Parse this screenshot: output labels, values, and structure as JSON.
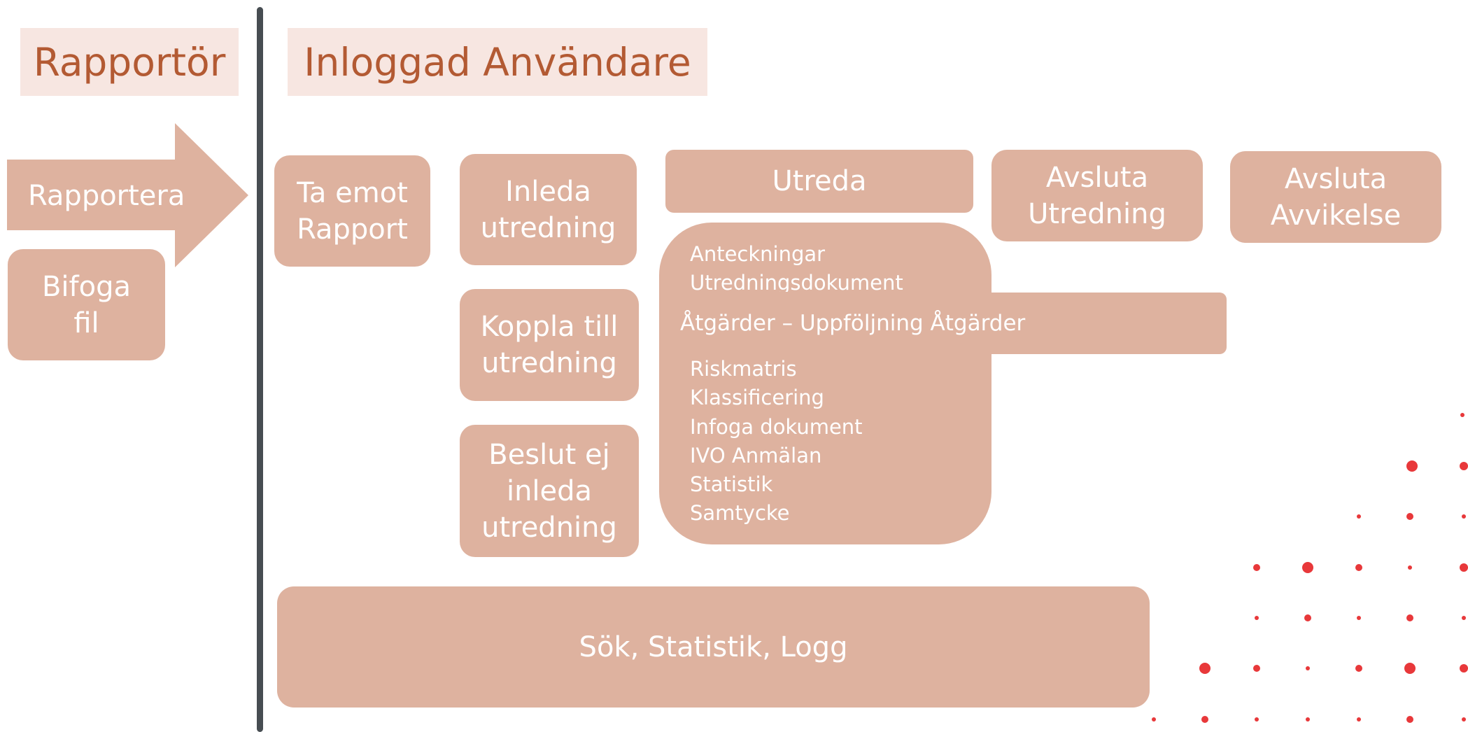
{
  "header": {
    "reporter": "Rapportör",
    "logged_in_user": "Inloggad Användare"
  },
  "reporter_side": {
    "report_arrow": "Rapportera",
    "attach_file": "Bifoga\nfil"
  },
  "steps": {
    "receive_report": "Ta emot\nRapport",
    "start_investigation": "Inleda\nutredning",
    "link_to_investigation": "Koppla till\nutredning",
    "decide_not_to_start": "Beslut ej\ninleda\nutredning",
    "investigate": "Utreda",
    "close_investigation": "Avsluta\nUtredning",
    "close_deviation": "Avsluta\nAvvikelse"
  },
  "investigate_panel": {
    "top_items": [
      "Anteckningar",
      "Utredningsdokument"
    ],
    "actions_row": "Åtgärder – Uppföljning Åtgärder",
    "bottom_items": [
      "Riskmatris",
      "Klassificering",
      "Infoga dokument",
      "IVO Anmälan",
      "Statistik",
      "Samtycke"
    ]
  },
  "bottom_bar": "Sök, Statistik, Logg",
  "colors": {
    "box_fill": "#deb29f",
    "header_fill": "#f7e6e1",
    "header_text": "#b35a33",
    "divider": "#474d52",
    "dot": "#e8383a"
  }
}
